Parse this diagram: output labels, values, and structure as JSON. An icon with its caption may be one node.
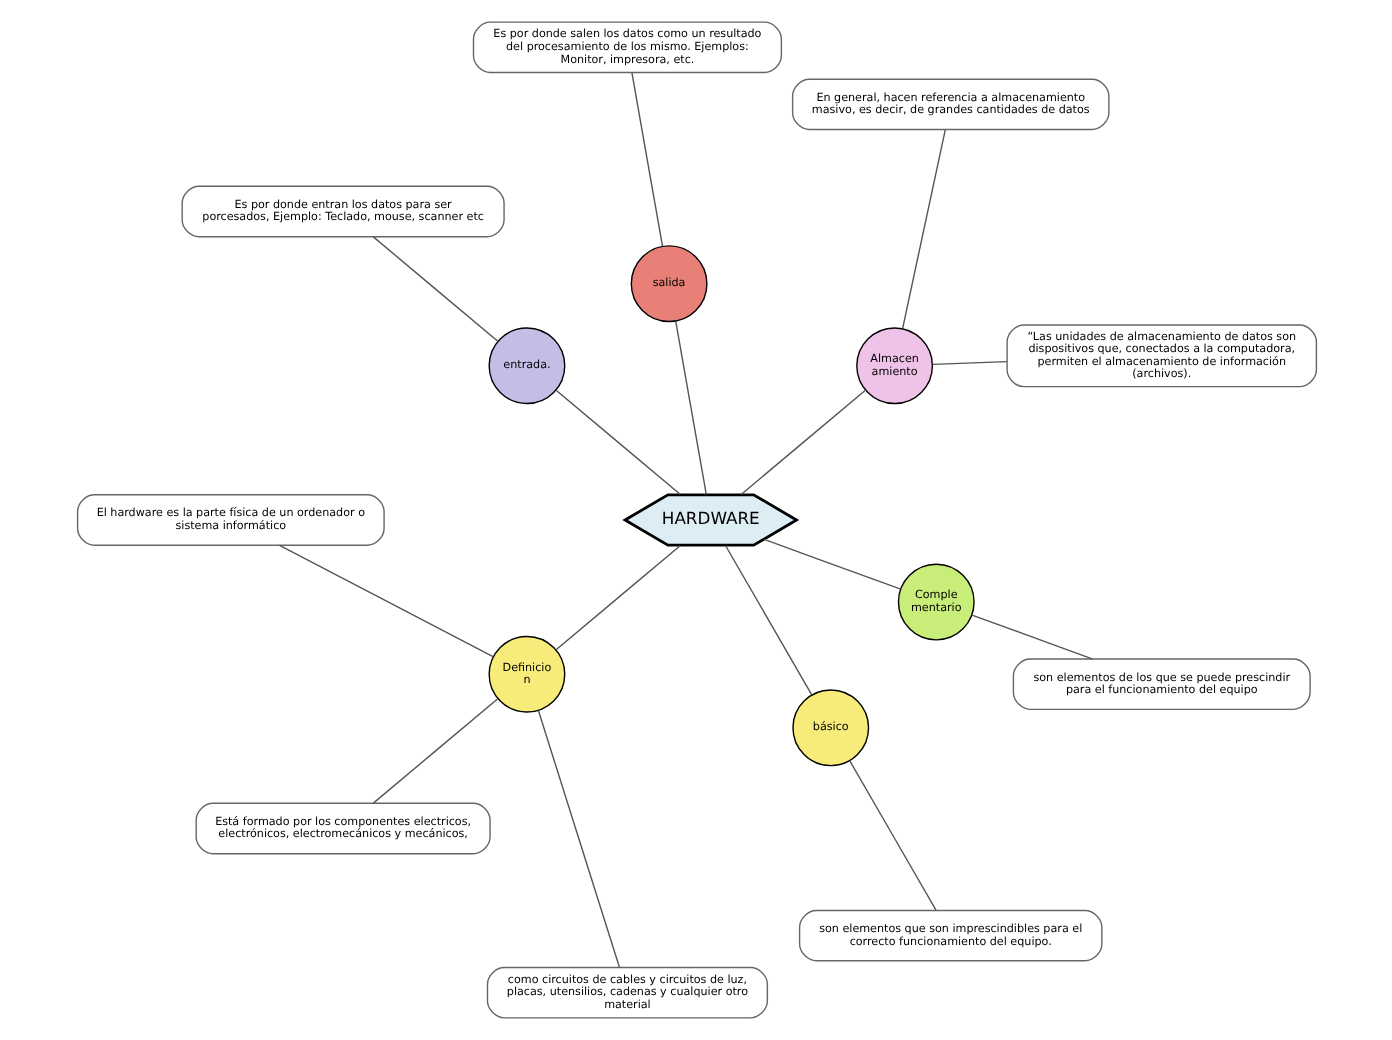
{
  "diagram": {
    "nodes": [
      {
        "text": [
          "HARDWARE"
        ]
      },
      {
        "text": [
          "Almacen amiento"
        ]
      },
      {
        "text": [
          "“Las unidades de almacenamiento de datos son dispositivos que, conectados a la computadora, permiten el almacenamiento de información (archivos)."
        ]
      },
      {
        "text": [
          "En general, hacen referencia a almacenamiento masivo, es decir, de grandes cantidades de datos"
        ]
      },
      {
        "text": [
          "salida"
        ]
      },
      {
        "text": [
          "Es por donde salen los datos como un resultado del procesamiento de los mismo. Ejemplos: Monitor, impresora, etc."
        ]
      },
      {
        "text": [
          "entrada."
        ]
      },
      {
        "text": [
          "Es por donde entran los datos para ser porcesados, Ejemplo: Teclado, mouse, scanner etc"
        ]
      },
      {
        "text": [
          "Definicio n"
        ]
      },
      {
        "text": [
          "El hardware es la parte física de un ordenador o sistema informático"
        ]
      },
      {
        "text": [
          "Está formado por los componentes electricos, electrónicos, electromecánicos y mecánicos,"
        ]
      },
      {
        "text": [
          "como circuitos de cables y circuitos de luz, placas, utensilios, cadenas y cualquier otro material"
        ]
      },
      {
        "text": [
          "básico"
        ]
      },
      {
        "text": [
          "son elementos que son imprescindibles para el correcto funcionamiento del equipo."
        ]
      },
      {
        "text": [
          "Comple mentario"
        ]
      },
      {
        "text": [
          "son elementos de los que se puede prescindir para el funcionamiento del equipo"
        ]
      }
    ],
    "edges": [
      {
        "from": 0,
        "to": 1,
        "arrow": "none"
      },
      {
        "from": 1,
        "to": 2,
        "arrow": "none"
      },
      {
        "from": 1,
        "to": 3,
        "arrow": "none"
      },
      {
        "from": 0,
        "to": 4,
        "arrow": "none"
      },
      {
        "from": 4,
        "to": 5,
        "arrow": "none"
      },
      {
        "from": 0,
        "to": 6,
        "arrow": "none"
      },
      {
        "from": 6,
        "to": 7,
        "arrow": "none"
      },
      {
        "from": 0,
        "to": 8,
        "arrow": "none"
      },
      {
        "from": 8,
        "to": 9,
        "arrow": "none"
      },
      {
        "from": 8,
        "to": 10,
        "arrow": "none"
      },
      {
        "from": 8,
        "to": 11,
        "arrow": "none"
      },
      {
        "from": 0,
        "to": 12,
        "arrow": "none"
      },
      {
        "from": 12,
        "to": 13,
        "arrow": "none"
      },
      {
        "from": 0,
        "to": 14,
        "arrow": "none"
      },
      {
        "from": 14,
        "to": 15,
        "arrow": "none"
      }
    ]
  }
}
